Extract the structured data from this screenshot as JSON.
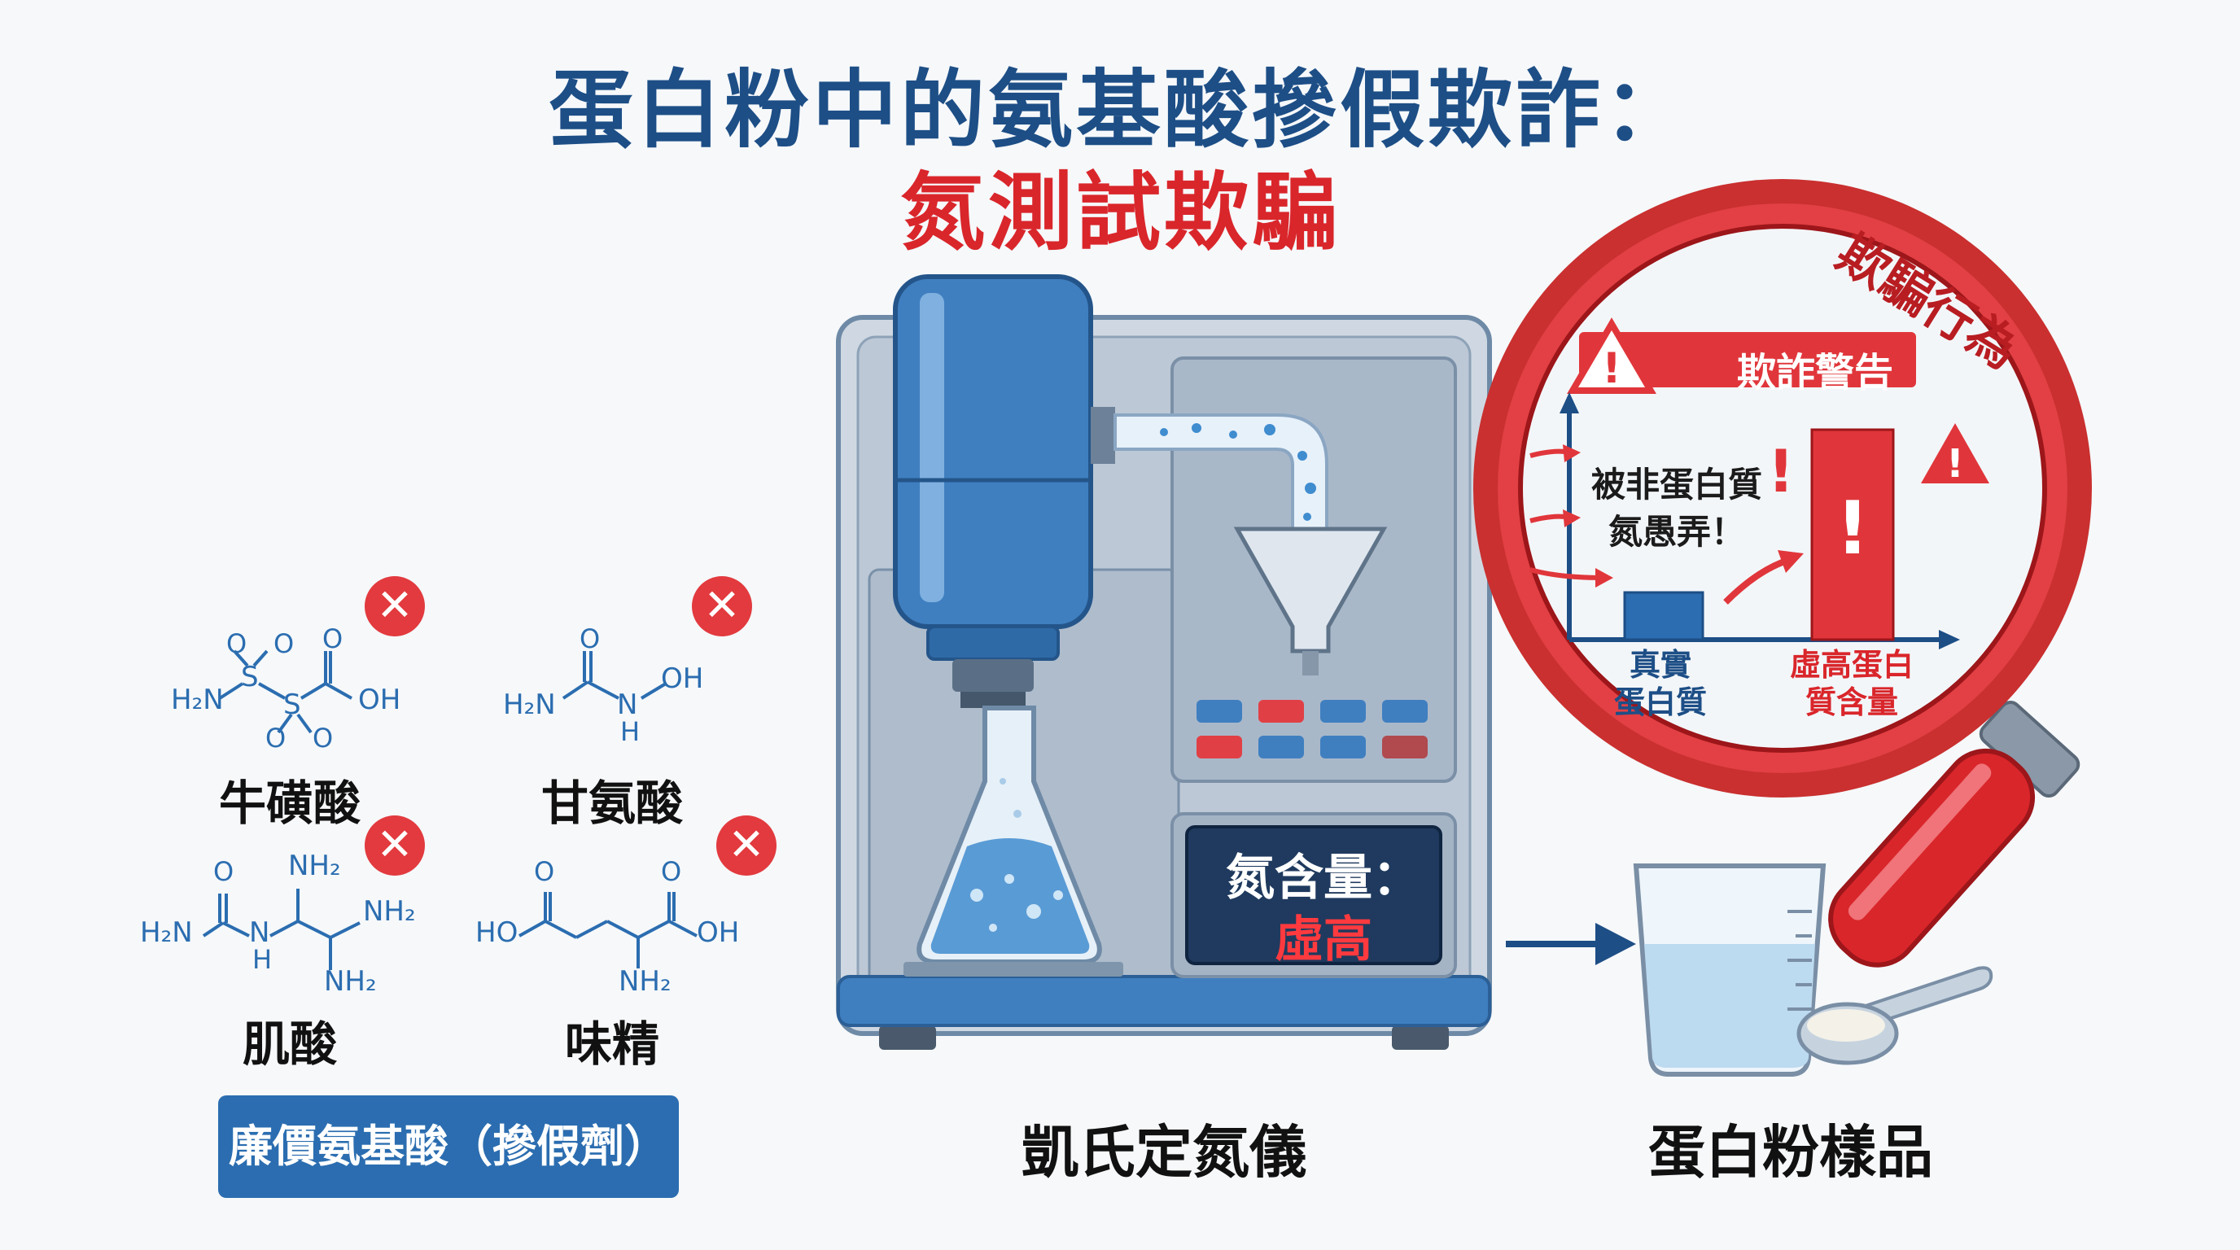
{
  "title": {
    "main": "蛋白粉中的氨基酸摻假欺詐：",
    "sub": "氮測試欺騙"
  },
  "molecules": [
    {
      "name": "牛磺酸",
      "atoms": [
        "H₂N",
        "S",
        "S",
        "O",
        "O",
        "O",
        "O",
        "O",
        "OH"
      ]
    },
    {
      "name": "甘氨酸",
      "atoms": [
        "H₂N",
        "O",
        "N",
        "H",
        "OH"
      ]
    },
    {
      "name": "肌酸",
      "atoms": [
        "H₂N",
        "O",
        "N",
        "H",
        "NH₂",
        "NH₂",
        "NH₂"
      ]
    },
    {
      "name": "味精",
      "atoms": [
        "HO",
        "O",
        "O",
        "OH",
        "NH₂"
      ]
    }
  ],
  "adulterant_label": "廉價氨基酸（摻假劑）",
  "machine": {
    "caption": "凱氏定氮儀",
    "display_label": "氮含量：",
    "display_value": "虛高"
  },
  "sample": {
    "caption": "蛋白粉樣品"
  },
  "magnifier": {
    "stamp": "欺騙行為",
    "warning_banner": "欺詐警告",
    "message_line1": "被非蛋白質",
    "message_line2": "氮愚弄！",
    "bar_real_label_line1": "真實",
    "bar_real_label_line2": "蛋白質",
    "bar_fake_label_line1": "虛高蛋白",
    "bar_fake_label_line2": "質含量"
  },
  "colors": {
    "title_blue": "#1d4e86",
    "alert_red": "#d9262b",
    "machine_blue": "#3f7fc0",
    "panel_navy": "#1f3a5e"
  }
}
